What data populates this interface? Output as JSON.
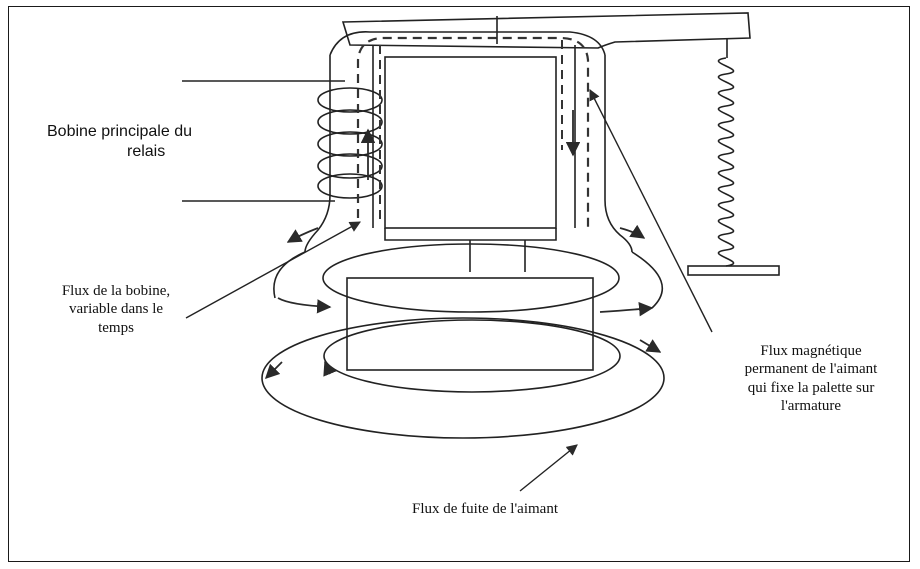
{
  "labels": {
    "coil_title": [
      "Bobine principale du",
      "relais"
    ],
    "coil_flux": [
      "Flux de la bobine,",
      "variable dans le",
      "temps"
    ],
    "permanent_flux": [
      "Flux magnétique",
      "permanent de l'aimant",
      "qui fixe la palette sur",
      "l'armature"
    ],
    "leak_flux": [
      "Flux de fuite de l'aimant"
    ]
  },
  "colors": {
    "line": "#222222",
    "flux_dash": "#333333",
    "arrow": "#2a2a2a",
    "background": "#ffffff"
  }
}
